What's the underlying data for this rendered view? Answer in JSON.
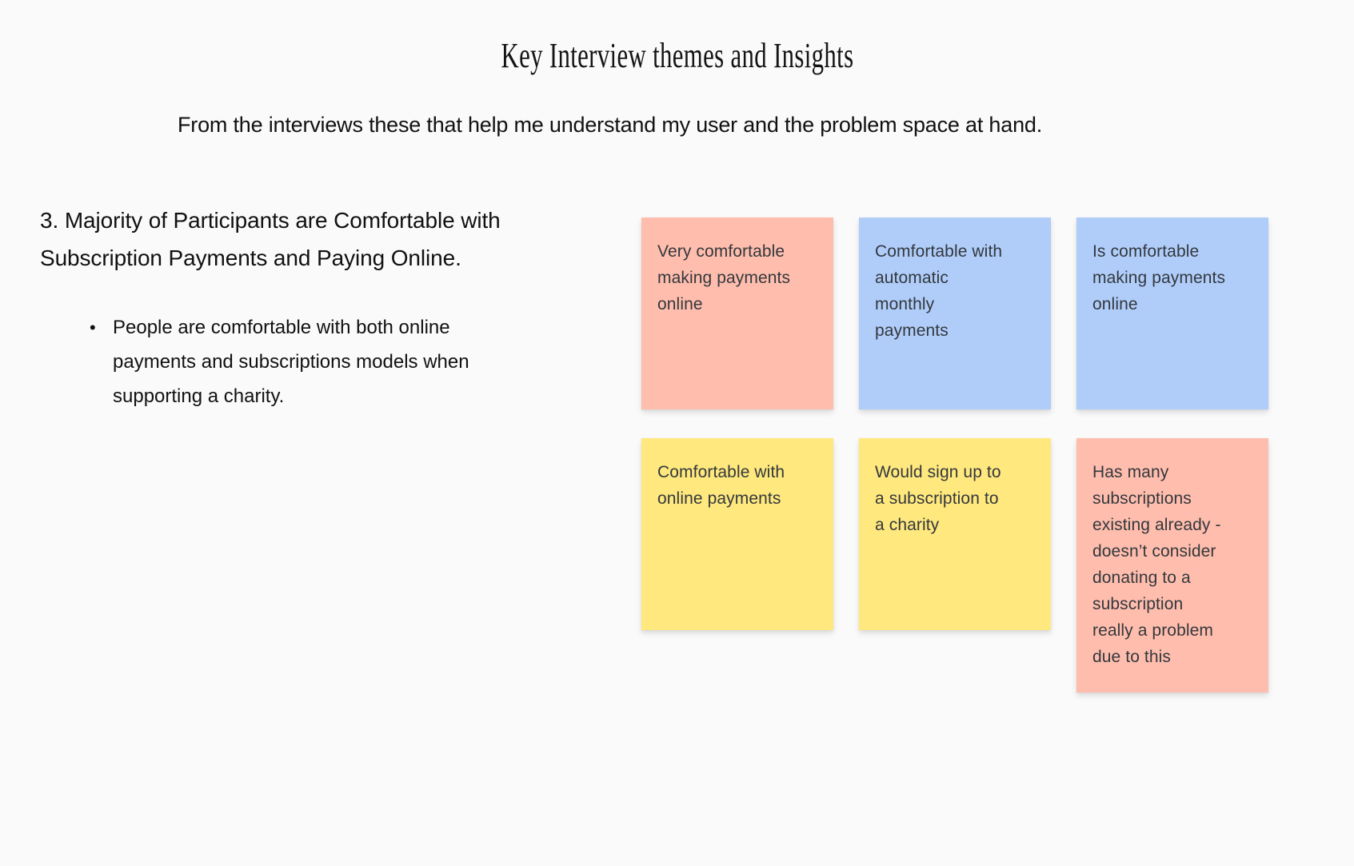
{
  "page": {
    "background_color": "#FAFAFA",
    "title": "Key Interview themes and Insights",
    "subtitle": "From the interviews these that help me understand my user and the problem space at hand."
  },
  "insight": {
    "heading": "3.  Majority of Participants are Comfortable with\nSubscription Payments and Paying Online.",
    "bullets": [
      "People are comfortable with both online\npayments and subscriptions models when\nsupporting a charity."
    ]
  },
  "sticky_notes": {
    "colors": {
      "pink": "#FFBDAD",
      "blue": "#B0CDFA",
      "yellow": "#FFE87D"
    },
    "text_color": "#33383D",
    "notes": [
      {
        "color": "pink",
        "text": "Very comfortable\nmaking payments\nonline"
      },
      {
        "color": "blue",
        "text": "Comfortable with\nautomatic\nmonthly\npayments"
      },
      {
        "color": "blue",
        "text": "Is comfortable\nmaking payments\nonline"
      },
      {
        "color": "yellow",
        "text": "Comfortable with\nonline payments"
      },
      {
        "color": "yellow",
        "text": "Would sign up to\na subscription to\na charity"
      },
      {
        "color": "pink",
        "text": "Has many\nsubscriptions\nexisting already -\ndoesn’t consider\ndonating to a\nsubscription\nreally a problem\ndue to this"
      }
    ]
  }
}
